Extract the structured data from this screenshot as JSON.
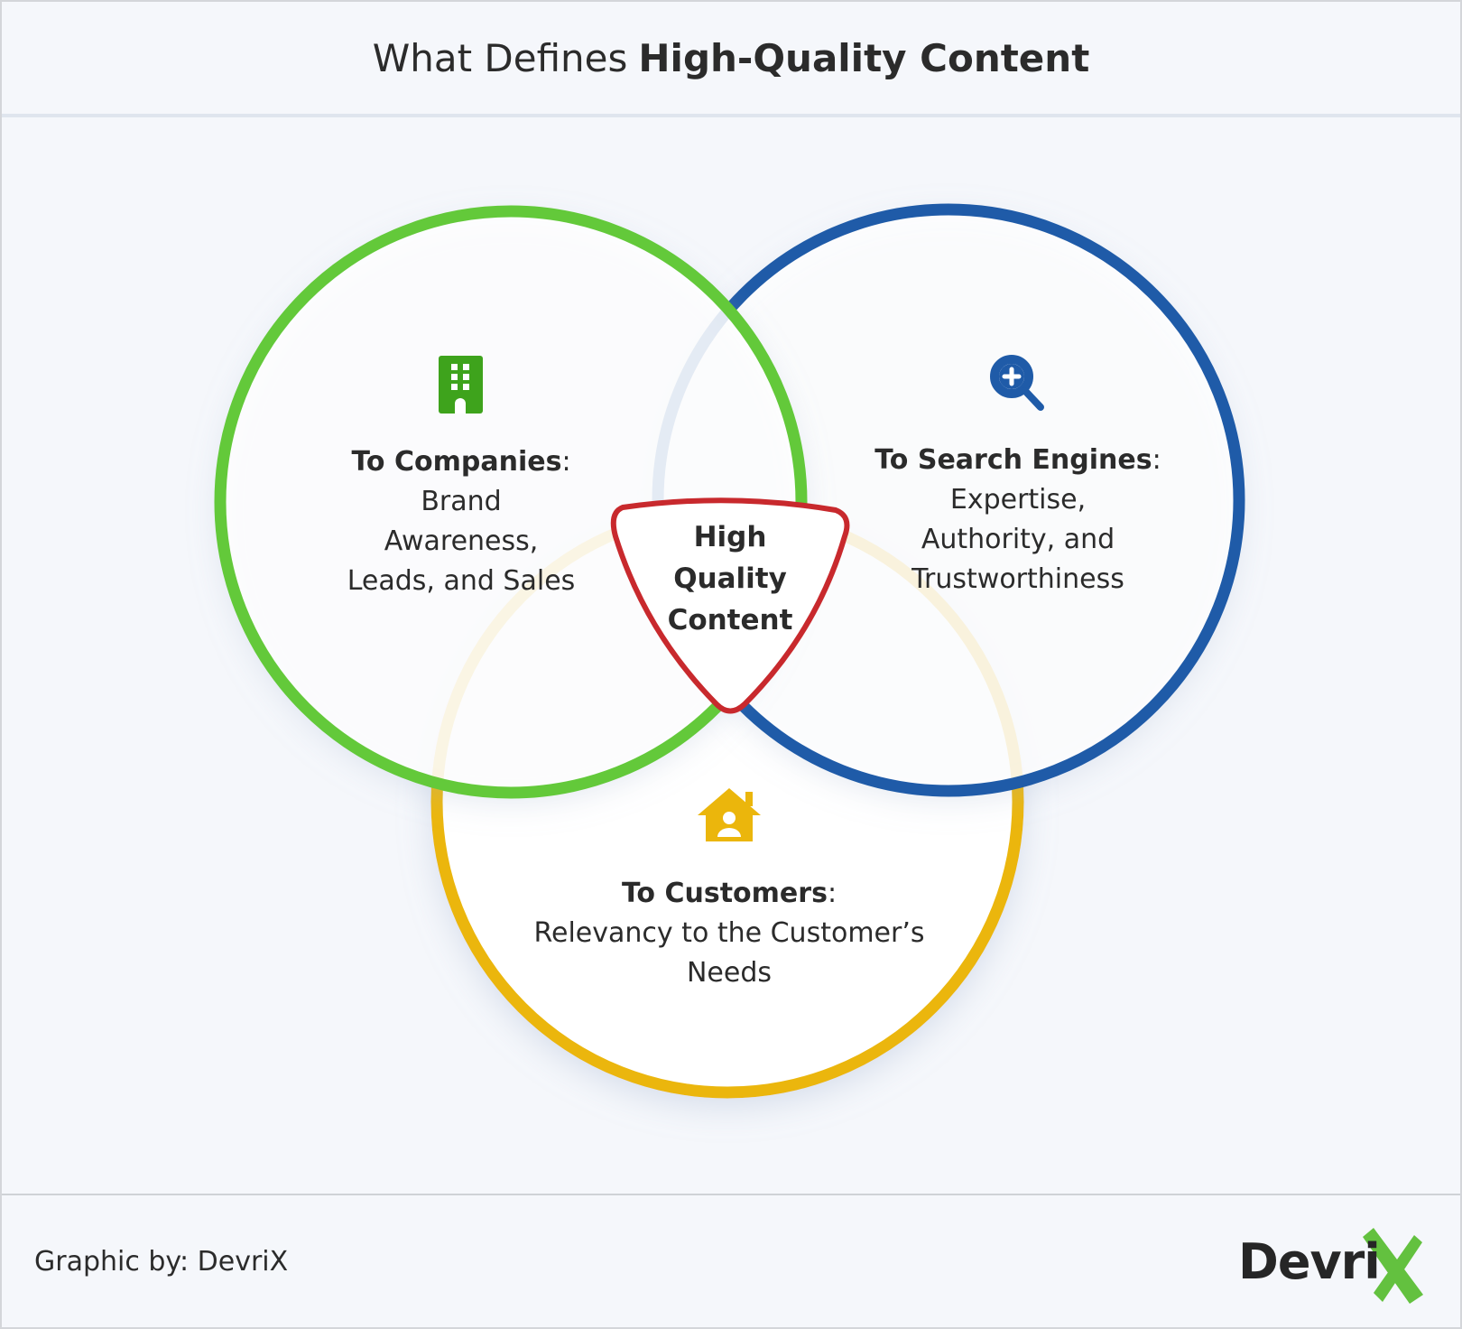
{
  "header": {
    "title_regular": "What Defines",
    "title_bold": "High-Quality Content"
  },
  "circles": [
    {
      "id": "companies",
      "label": "To Companies",
      "colon": ":",
      "lines": [
        "Brand",
        "Awareness,",
        "Leads, and Sales"
      ],
      "icon": "building-icon",
      "color": "#63c93a"
    },
    {
      "id": "search",
      "label": "To Search Engines",
      "colon": ":",
      "lines": [
        "Expertise,",
        "Authority, and",
        "Trustworthiness"
      ],
      "icon": "search-plus-icon",
      "color": "#1f5ba8"
    },
    {
      "id": "customers",
      "label": "To Customers",
      "colon": ":",
      "lines": [
        "Relevancy to the Customer’s",
        "Needs"
      ],
      "icon": "house-user-icon",
      "color": "#ebb60c"
    }
  ],
  "center": {
    "lines": [
      "High",
      "Quality",
      "Content"
    ],
    "color": "#c8292d"
  },
  "footer": {
    "credit": "Graphic by: DevriX",
    "logo_text": "Devri",
    "logo_x": "X"
  }
}
